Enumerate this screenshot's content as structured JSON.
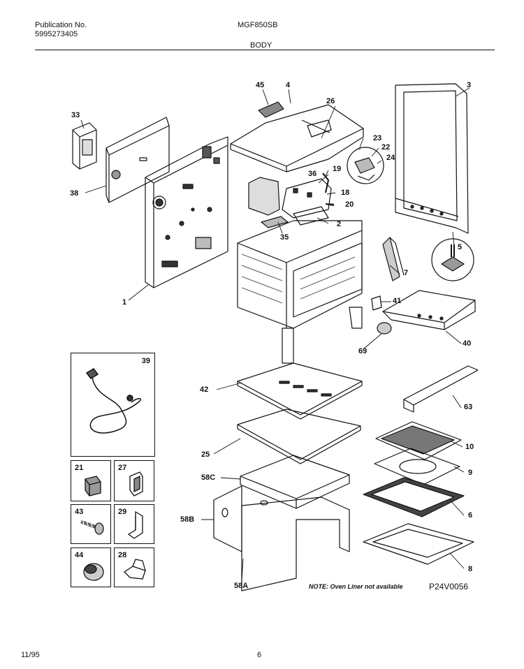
{
  "header": {
    "publication_label": "Publication No.",
    "publication_number": "5995273405",
    "model": "MGF850SB",
    "section": "BODY"
  },
  "callouts": {
    "c45": "45",
    "c4": "4",
    "c3": "3",
    "c26": "26",
    "c33": "33",
    "c23": "23",
    "c22": "22",
    "c24": "24",
    "c38": "38",
    "c19": "19",
    "c36": "36",
    "c18": "18",
    "c20": "20",
    "c2": "2",
    "c35": "35",
    "c5": "5",
    "c7": "7",
    "c1": "1",
    "c41": "41",
    "c69": "69",
    "c40": "40",
    "c42": "42",
    "c63": "63",
    "c25": "25",
    "c10": "10",
    "c58C": "58C",
    "c9": "9",
    "c58B": "58B",
    "c6": "6",
    "c8": "8",
    "c58A": "58A"
  },
  "inset_boxes": {
    "b39": "39",
    "b21": "21",
    "b27": "27",
    "b43": "43",
    "b29": "29",
    "b44": "44",
    "b28": "28"
  },
  "note": "NOTE: Oven Liner not available",
  "diagram_code": "P24V0056",
  "footer": {
    "date": "11/95",
    "page": "6"
  }
}
